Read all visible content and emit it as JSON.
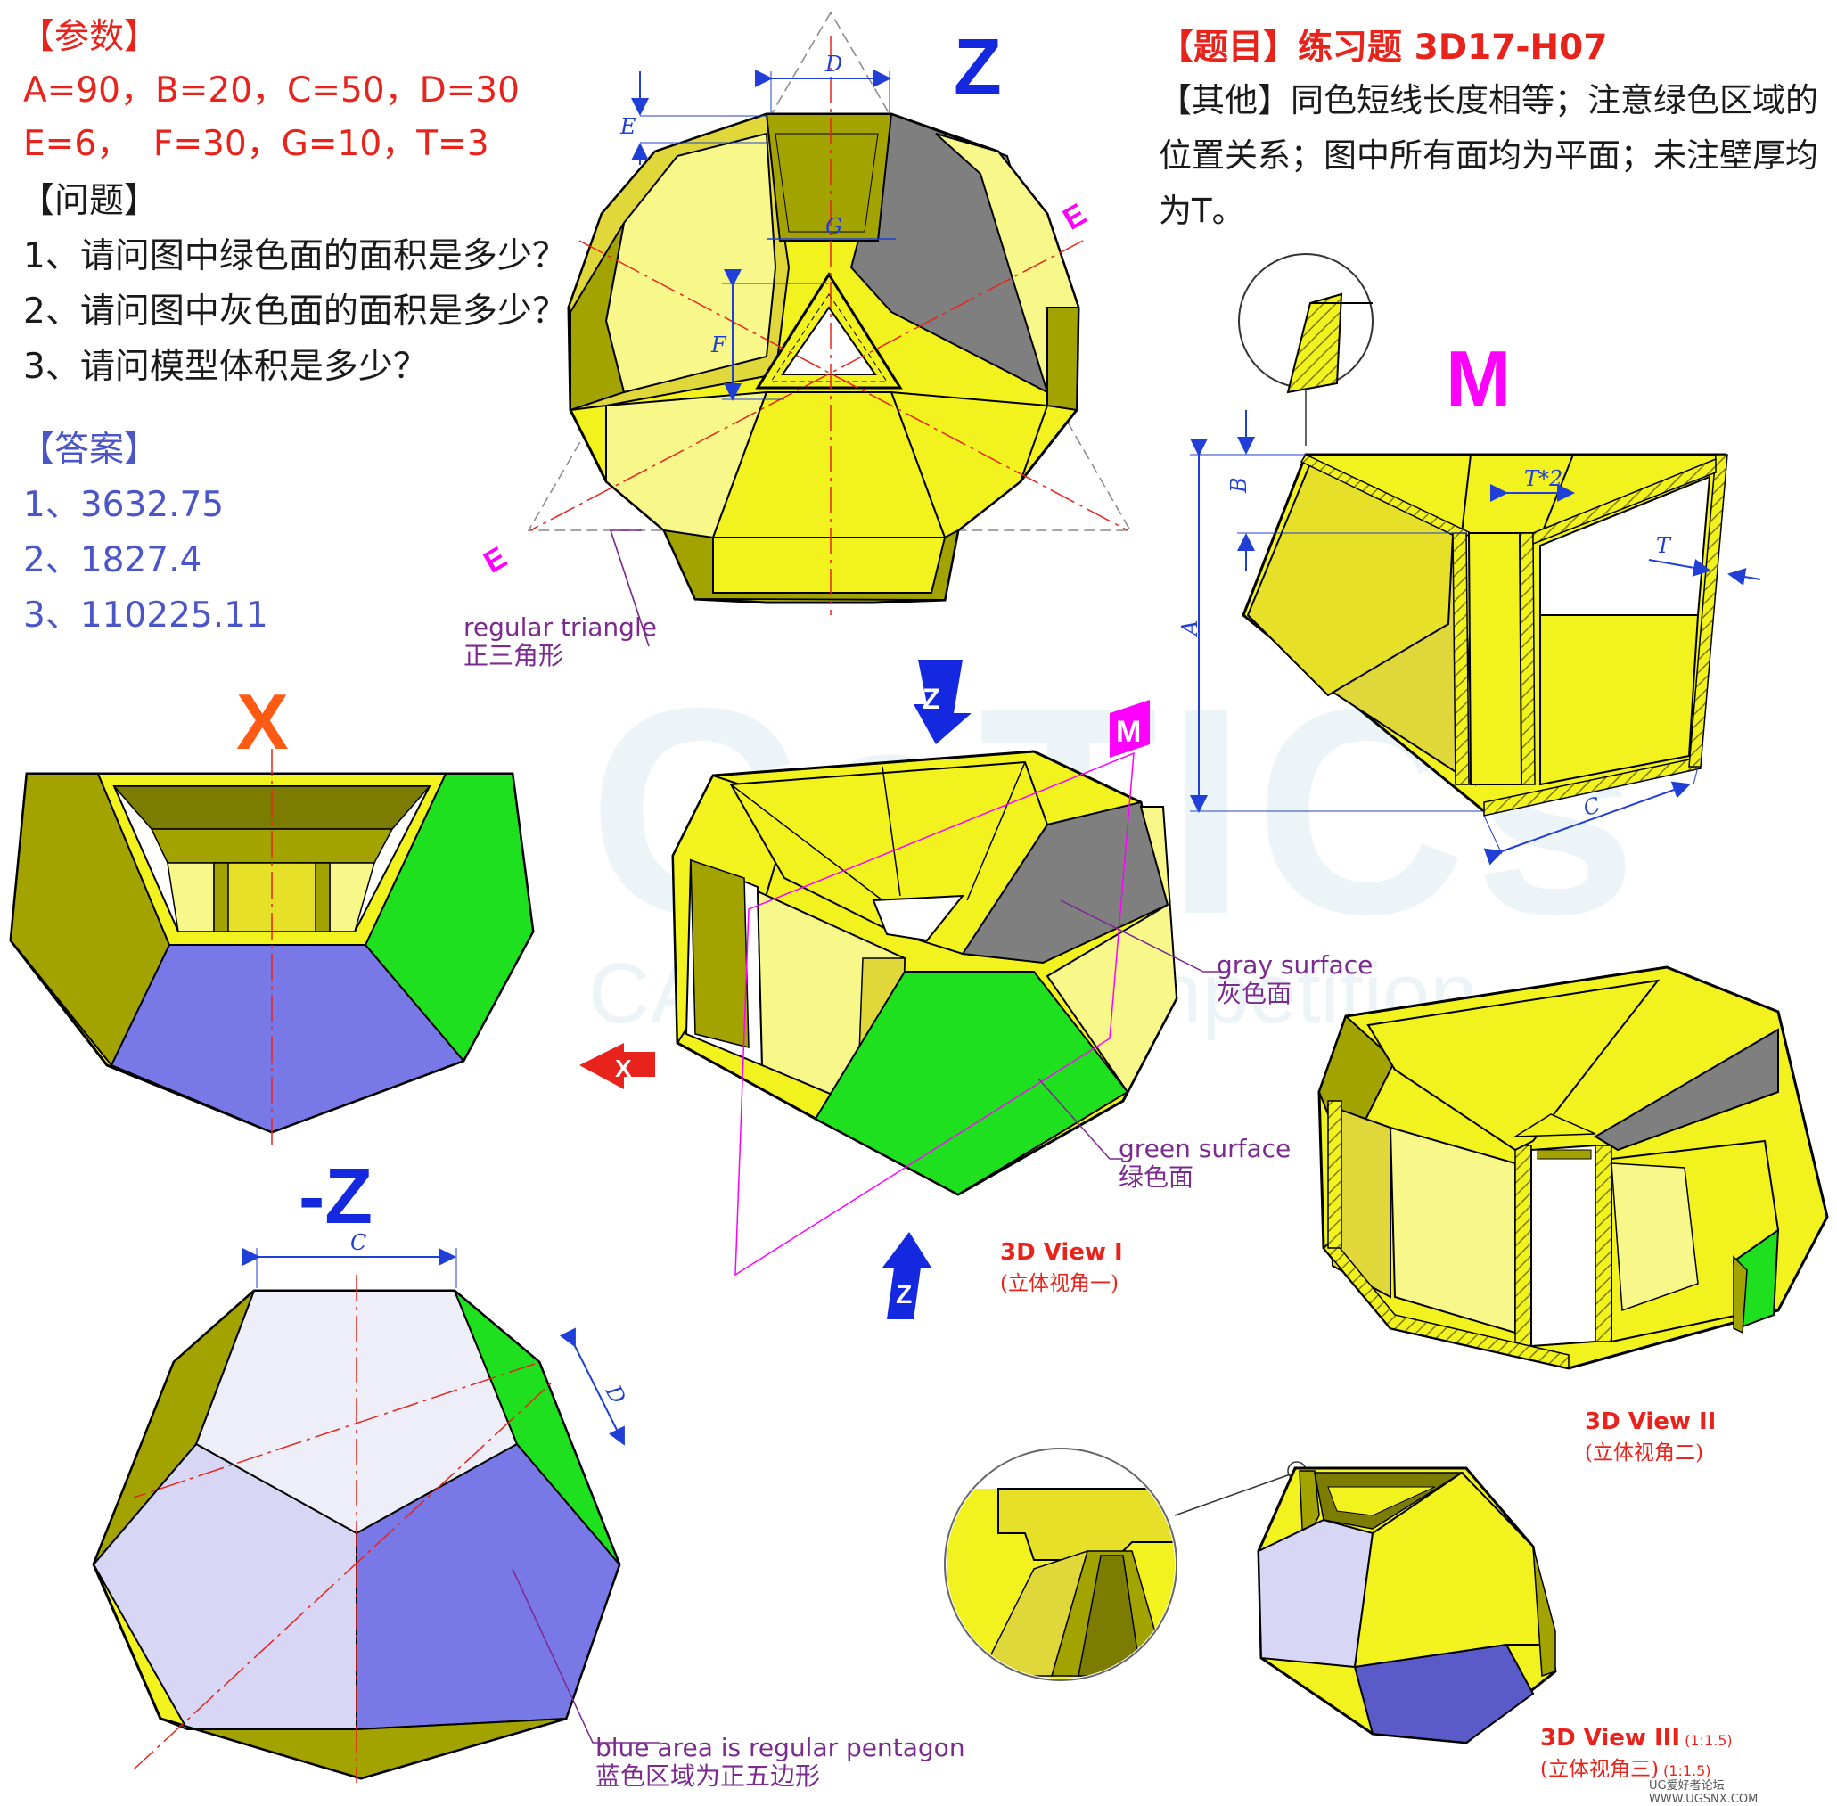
{
  "params": {
    "heading": "【参数】",
    "line1": "A=90，B=20，C=50，D=30",
    "line2": "E=6，  F=30，G=10，T=3"
  },
  "questions": {
    "heading": "【问题】",
    "q1": "1、请问图中绿色面的面积是多少？",
    "q2": "2、请问图中灰色面的面积是多少？",
    "q3": "3、请问模型体积是多少？"
  },
  "answers": {
    "heading": "【答案】",
    "a1": "1、3632.75",
    "a2": "2、1827.4",
    "a3": "3、110225.11"
  },
  "title": "【题目】练习题 3D17-H07",
  "other": "【其他】同色短线长度相等；注意绿色区域的位置关系；图中所有面均为平面；未注壁厚均为T。",
  "views": {
    "top": "Z",
    "section": "M",
    "side": "X",
    "bottom": "-Z",
    "dir_e": "E",
    "dir_e2": "E"
  },
  "dims": {
    "D": "D",
    "E": "E",
    "G": "G",
    "F": "F",
    "B": "B",
    "A": "A",
    "T2": "T*2",
    "T": "T",
    "C": "C",
    "C2": "C",
    "D2": "D"
  },
  "callouts": {
    "triangle_en": "regular triangle",
    "triangle_cn": "正三角形",
    "gray_en": "gray surface",
    "gray_cn": "灰色面",
    "green_en": "green surface",
    "green_cn": "绿色面",
    "blue_en": "blue area is regular pentagon",
    "blue_cn": "蓝色区域为正五边形"
  },
  "view_labels": {
    "v1": "3D View I",
    "v1_cn": "(立体视角一)",
    "v2": "3D View II",
    "v2_cn": "(立体视角二)",
    "v3": "3D View III",
    "v3_cn": "(立体视角三)",
    "v3_scale": "(1:1.5)",
    "v3_scale2": "(1:1.5)"
  },
  "arrows": {
    "z_down": "Z",
    "z_up": "Z",
    "m_tag": "M",
    "x_tag": "X"
  },
  "watermark": {
    "big": "CaTICs",
    "small": "CAD digital competition"
  },
  "footer": "UG爱好者论坛 WWW.UGSNX.COM",
  "colors": {
    "yellow": "#f2f21e",
    "light_yellow": "#f7f78a",
    "olive": "#a3a300",
    "dark_olive": "#7c7c00",
    "gray": "#7f7f7f",
    "green": "#1fe01f",
    "blue": "#7878e6",
    "light_blue": "#d7d7f5",
    "red": "#e8231c",
    "magenta": "#ff00ff",
    "dim_blue": "#1f3fd6"
  }
}
